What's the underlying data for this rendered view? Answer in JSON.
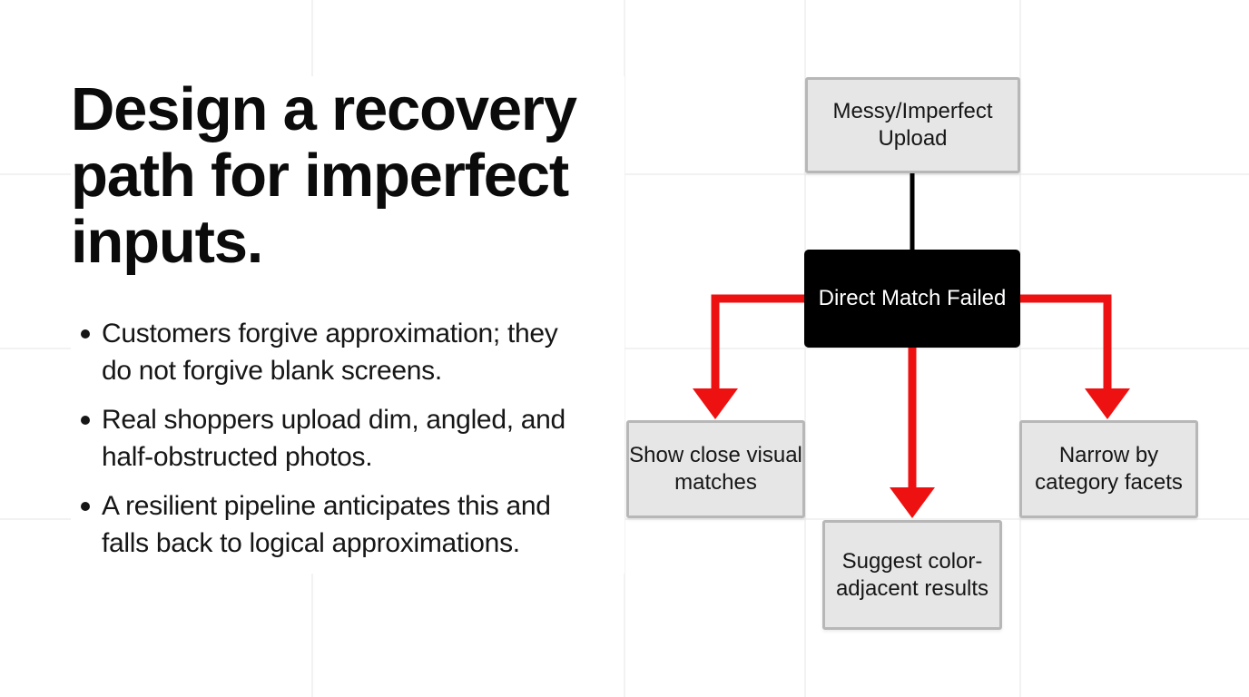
{
  "title": "Design a recovery path for imperfect inputs.",
  "bullets": [
    "Customers forgive approximation; they do not forgive blank screens.",
    "Real shoppers upload dim, angled, and half-obstructed photos.",
    "A resilient pipeline anticipates this and falls back to logical approximations."
  ],
  "diagram": {
    "nodes": {
      "upload": "Messy/Imperfect Upload",
      "failed": "Direct Match Failed",
      "visual": "Show close visual matches",
      "color": "Suggest color-adjacent results",
      "facets": "Narrow by category facets"
    },
    "edges": [
      {
        "from": "upload",
        "to": "failed"
      },
      {
        "from": "failed",
        "to": "visual"
      },
      {
        "from": "failed",
        "to": "color"
      },
      {
        "from": "failed",
        "to": "facets"
      }
    ]
  },
  "colors": {
    "arrow": "#ee1111",
    "connector": "#000000",
    "node_fill": "#e6e6e6",
    "node_border": "#b7b7b7",
    "decision_fill": "#000000",
    "grid": "#eeeeee"
  }
}
